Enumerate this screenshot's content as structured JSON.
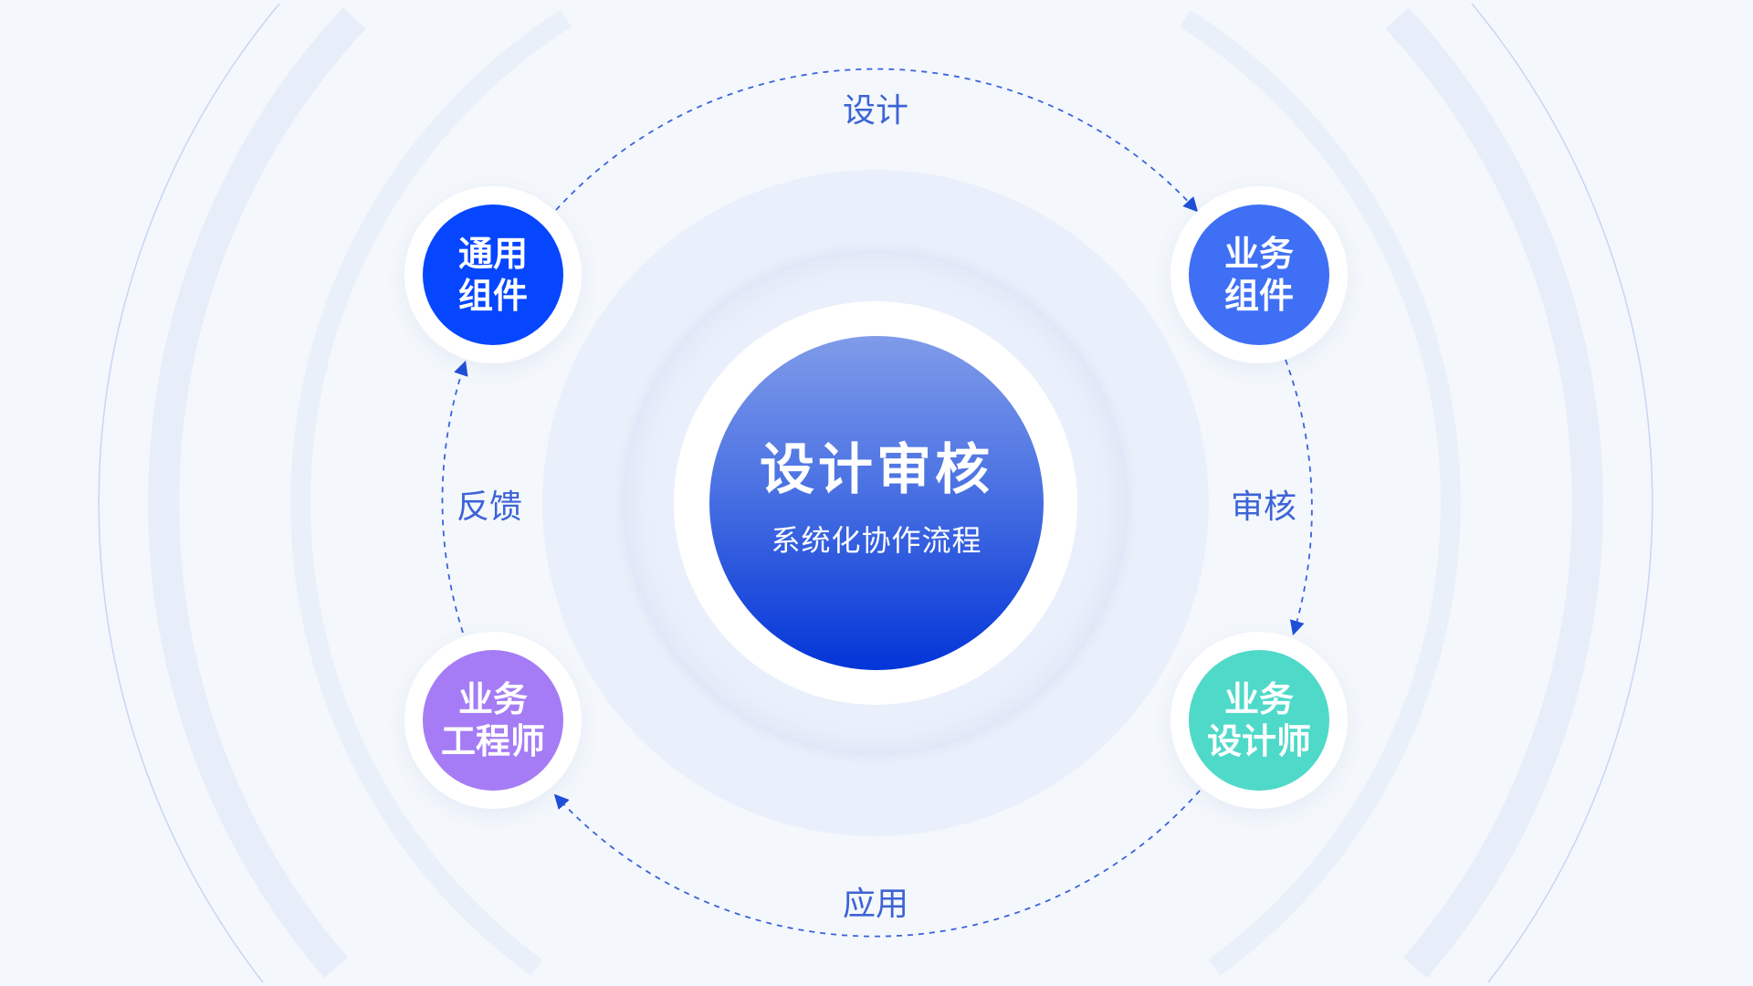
{
  "center": {
    "title": "设计审核",
    "subtitle": "系统化协作流程"
  },
  "nodes": [
    {
      "line1": "通用",
      "line2": "组件",
      "color": "#0646ff"
    },
    {
      "line1": "业务",
      "line2": "组件",
      "color": "#3f6ff5"
    },
    {
      "line1": "业务",
      "line2": "工程师",
      "color": "#a57cf5"
    },
    {
      "line1": "业务",
      "line2": "设计师",
      "color": "#4fd9c9"
    }
  ],
  "flow_labels": {
    "top": "设计",
    "right": "审核",
    "bottom": "应用",
    "left": "反馈"
  },
  "colors": {
    "accent": "#3d63d6",
    "arrow": "#1f4fd8"
  }
}
